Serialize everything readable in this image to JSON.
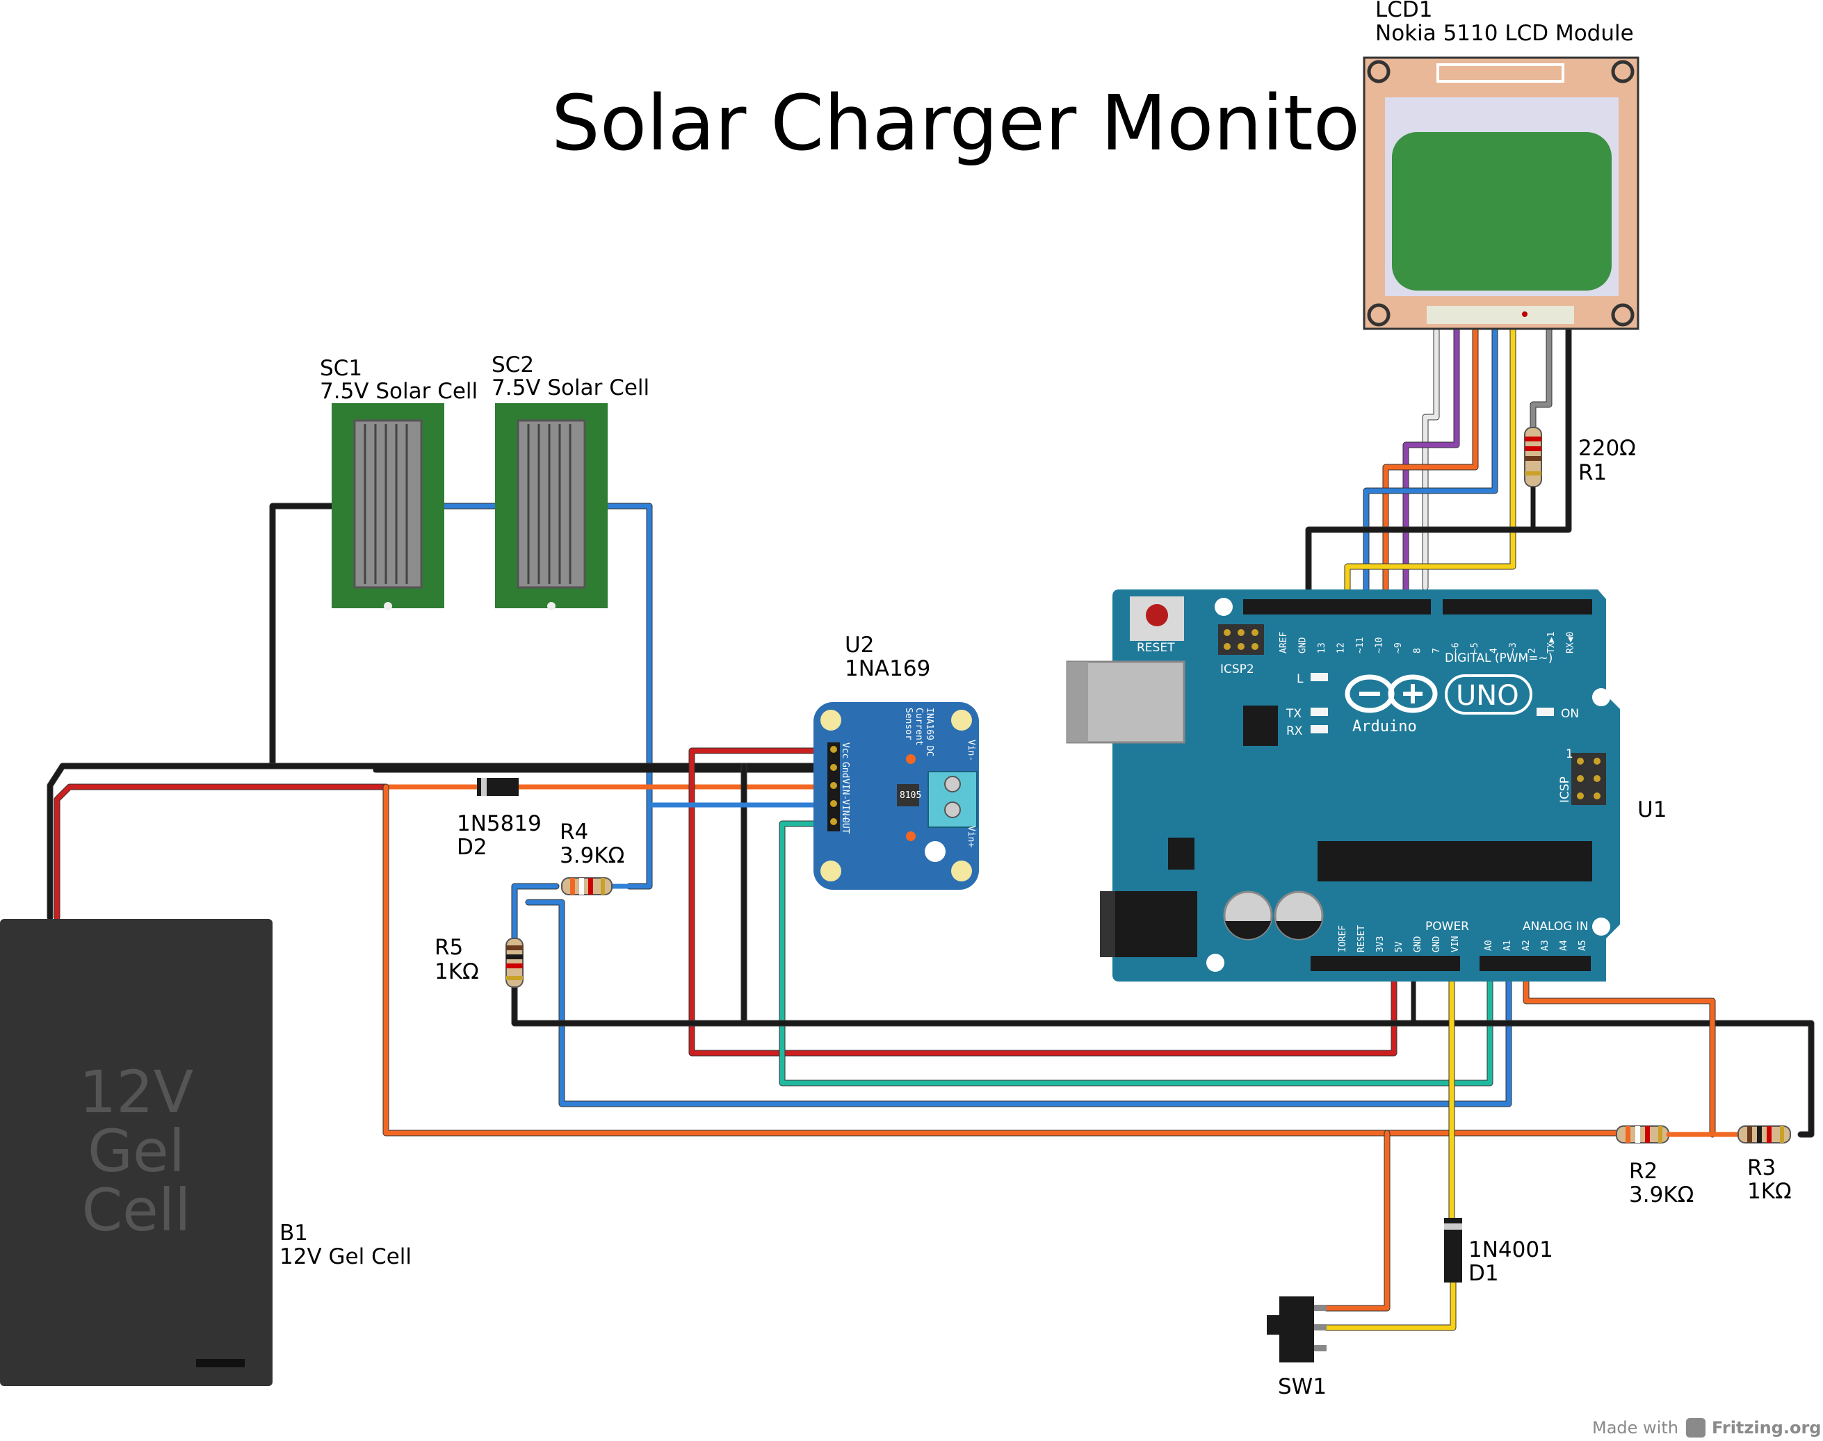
{
  "title": "Solar Charger Monitor",
  "components": {
    "lcd": {
      "ref": "LCD1",
      "name": "Nokia 5110 LCD Module"
    },
    "sc1": {
      "ref": "SC1",
      "name": "7.5V Solar Cell"
    },
    "sc2": {
      "ref": "SC2",
      "name": "7.5V Solar Cell"
    },
    "u2": {
      "ref": "U2",
      "name": "1NA169",
      "board_text": [
        "INA169 DC",
        "Current",
        "Sensor"
      ],
      "pins_left": [
        "Vcc",
        "Gnd",
        "VIN-",
        "VIN+",
        "OUT"
      ],
      "pins_right": [
        "Vin-",
        "Vin+"
      ],
      "chip_text": "8105"
    },
    "u1": {
      "ref": "U1",
      "reset_label": "RESET",
      "icsp2_label": "ICSP2",
      "icsp_label": "ICSP",
      "digital_label": "DIGITAL (PWM=~)",
      "digital_pins": [
        "AREF",
        "GND",
        "13",
        "12",
        "~11",
        "~10",
        "~9",
        "8",
        "7",
        "~6",
        "~5",
        "4",
        "~3",
        "2",
        "TX▶1",
        "RX◀0"
      ],
      "power_label": "POWER",
      "power_pins": [
        "IOREF",
        "RESET",
        "3V3",
        "5V",
        "GND",
        "GND",
        "VIN"
      ],
      "analog_label": "ANALOG IN",
      "analog_pins": [
        "A0",
        "A1",
        "A2",
        "A3",
        "A4",
        "A5"
      ],
      "led_l": "L",
      "led_tx": "TX",
      "led_rx": "RX",
      "led_on": "ON",
      "uno": "UNO",
      "brand": "Arduino",
      "icsp_pin1": "1"
    },
    "b1": {
      "ref": "B1",
      "name": "12V Gel Cell",
      "body_lines": [
        "12V",
        "Gel",
        "Cell"
      ]
    },
    "d2": {
      "ref": "D2",
      "name": "1N5819"
    },
    "d1": {
      "ref": "D1",
      "name": "1N4001"
    },
    "r1": {
      "ref": "R1",
      "value": "220Ω"
    },
    "r2": {
      "ref": "R2",
      "value": "3.9KΩ"
    },
    "r3": {
      "ref": "R3",
      "value": "1KΩ"
    },
    "r4": {
      "ref": "R4",
      "value": "3.9KΩ"
    },
    "r5": {
      "ref": "R5",
      "value": "1KΩ"
    },
    "sw1": {
      "ref": "SW1"
    }
  },
  "footer": {
    "made_with": "Made with",
    "brand": "Fritzing.org"
  },
  "colors": {
    "black_wire": "#1a1a1a",
    "red_wire": "#cc1f1f",
    "blue_wire": "#2f7fd6",
    "orange_wire": "#f26722",
    "yellow_wire": "#f7d117",
    "teal_wire": "#20b9a0",
    "white_wire": "#e8e8e8",
    "gray_wire": "#8a8a8a",
    "purple_wire": "#8e44ad",
    "arduino": "#1f7a9a",
    "ina_board": "#2b6fb2",
    "solar_board": "#2e7d32",
    "battery": "#333333",
    "lcd_frame": "#e8b898"
  }
}
